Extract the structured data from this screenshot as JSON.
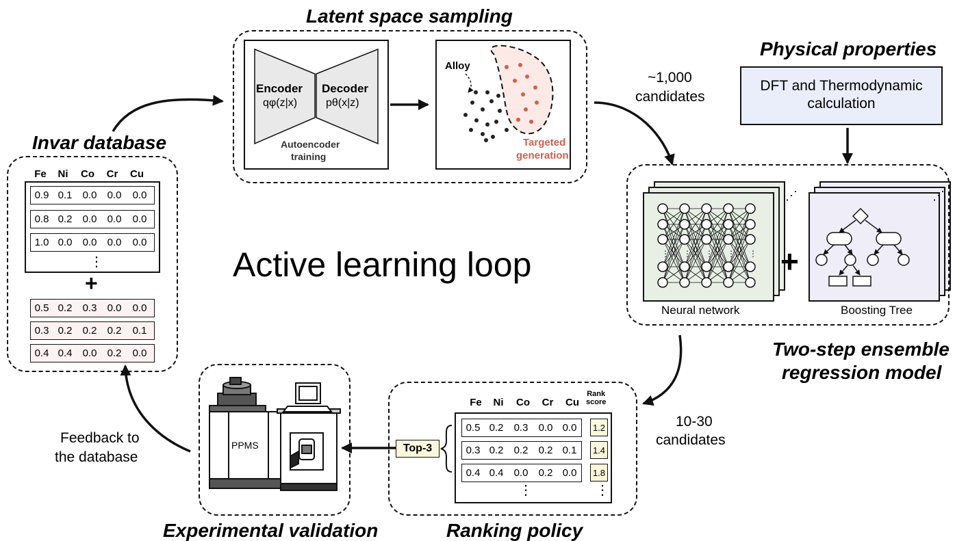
{
  "center_title": "Active learning loop",
  "latent": {
    "title": "Latent space sampling",
    "encoder_label": "Encoder",
    "encoder_formula": "qφ(z|x)",
    "decoder_label": "Decoder",
    "decoder_formula": "pθ(x|z)",
    "autoencoder_label_1": "Autoencoder",
    "autoencoder_label_2": "training",
    "alloy_label": "Alloy",
    "targeted_label_1": "Targeted",
    "targeted_label_2": "generation"
  },
  "candidates_1000": {
    "line1": "~1,000",
    "line2": "candidates"
  },
  "physical": {
    "title": "Physical properties",
    "box_line1": "DFT and Thermodynamic",
    "box_line2": "calculation"
  },
  "ensemble": {
    "title_line1": "Two-step ensemble",
    "title_line2": "regression model",
    "nn_label": "Neural network",
    "tree_label": "Boosting Tree",
    "plus": "+"
  },
  "candidates_10_30": {
    "line1": "10-30",
    "line2": "candidates"
  },
  "ranking": {
    "title": "Ranking policy",
    "headers": [
      "Fe",
      "Ni",
      "Co",
      "Cr",
      "Cu"
    ],
    "rank_header_1": "Rank",
    "rank_header_2": "score",
    "rows": [
      [
        "0.5",
        "0.2",
        "0.3",
        "0.0",
        "0.0"
      ],
      [
        "0.3",
        "0.2",
        "0.2",
        "0.2",
        "0.1"
      ],
      [
        "0.4",
        "0.4",
        "0.0",
        "0.2",
        "0.0"
      ]
    ],
    "scores": [
      "1.2",
      "1.4",
      "1.8"
    ],
    "top_label": "Top-3",
    "ellipsis": "⋮"
  },
  "experimental": {
    "title": "Experimental validation",
    "machine_label": "PPMS"
  },
  "feedback": {
    "line1": "Feedback to",
    "line2": "the database"
  },
  "invar": {
    "title": "Invar database",
    "headers": [
      "Fe",
      "Ni",
      "Co",
      "Cr",
      "Cu"
    ],
    "rows_top": [
      [
        "0.9",
        "0.1",
        "0.0",
        "0.0",
        "0.0"
      ],
      [
        "0.8",
        "0.2",
        "0.0",
        "0.0",
        "0.0"
      ],
      [
        "1.0",
        "0.0",
        "0.0",
        "0.0",
        "0.0"
      ]
    ],
    "rows_bottom": [
      [
        "0.5",
        "0.2",
        "0.3",
        "0.0",
        "0.0"
      ],
      [
        "0.3",
        "0.2",
        "0.2",
        "0.2",
        "0.1"
      ],
      [
        "0.4",
        "0.4",
        "0.0",
        "0.2",
        "0.0"
      ]
    ],
    "ellipsis": "⋮",
    "plus": "+"
  },
  "colors": {
    "accent_red": "#d0604c",
    "target_fill": "#fdeae6",
    "nn_fill": "#e8f0e6",
    "tree_fill": "#efeef8",
    "phys_fill": "#e9eefa",
    "score_fill": "#fdf7dc"
  }
}
